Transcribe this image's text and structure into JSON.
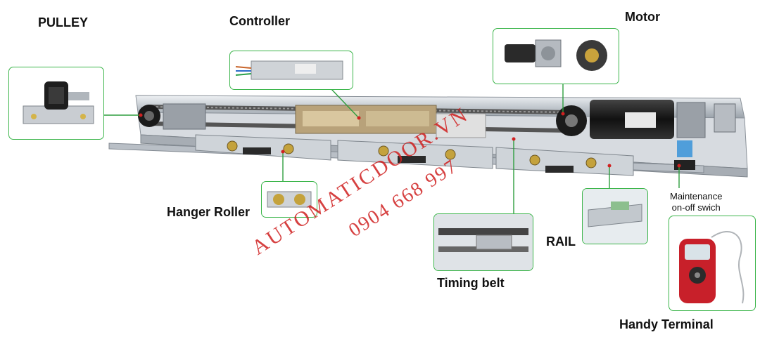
{
  "labels": {
    "pulley": "PULLEY",
    "controller": "Controller",
    "motor": "Motor",
    "hanger_roller": "Hanger Roller",
    "rail": "RAIL",
    "timing_belt": "Timing belt",
    "maintenance_line1": "Maintenance",
    "maintenance_line2": "on-off swich",
    "handy_terminal": "Handy Terminal"
  },
  "watermark": {
    "brand": "AUTOMATICDOOR.VN",
    "phone": "0904 668 997"
  },
  "colors": {
    "callout_border": "#3bb54a",
    "leader_line": "#2f9e3f",
    "watermark": "#d02020",
    "rail": "#c9ced4",
    "terminal_body": "#c8202a"
  }
}
